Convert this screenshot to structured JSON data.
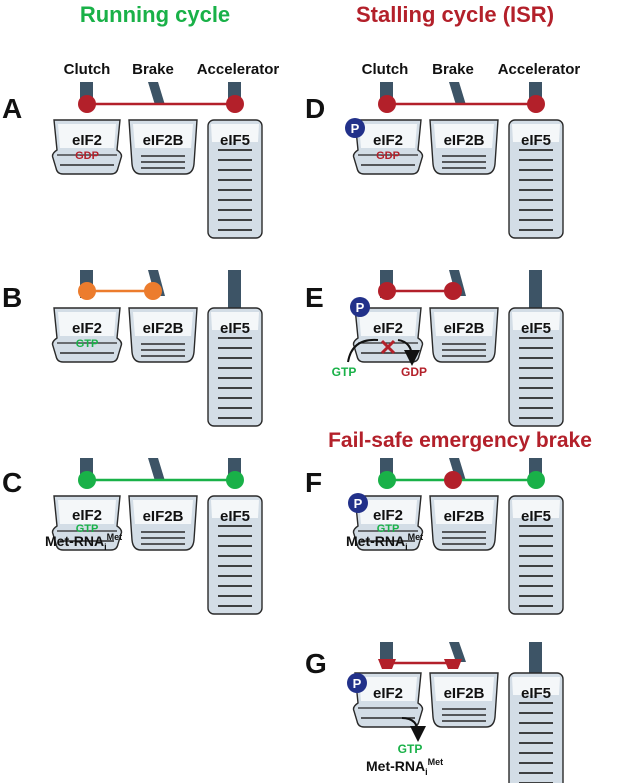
{
  "headers": {
    "running": "Running cycle",
    "stalling": "Stalling cycle (ISR)",
    "failsafe": "Fail-safe emergency brake"
  },
  "pedal_labels": {
    "clutch": "Clutch",
    "brake": "Brake",
    "accelerator": "Accelerator"
  },
  "panel_letters": [
    "A",
    "B",
    "C",
    "D",
    "E",
    "F",
    "G"
  ],
  "pedal_names": {
    "eif2": "eIF2",
    "eif2b": "eIF2B",
    "eif5": "eIF5"
  },
  "badges": {
    "phospho": "P",
    "gdp": "GDP",
    "gtp": "GTP"
  },
  "met_trna": {
    "base": "Met-RNA",
    "sub": "i",
    "sup": "Met"
  },
  "exchange": {
    "gtp": "GTP",
    "gdp": "GDP"
  },
  "colors": {
    "red": "#b3202a",
    "green": "#19b148",
    "orange": "#ec7c2d",
    "blue": "#22318a",
    "pedal_fill": "#d3dde6",
    "stem": "#3d5466"
  }
}
